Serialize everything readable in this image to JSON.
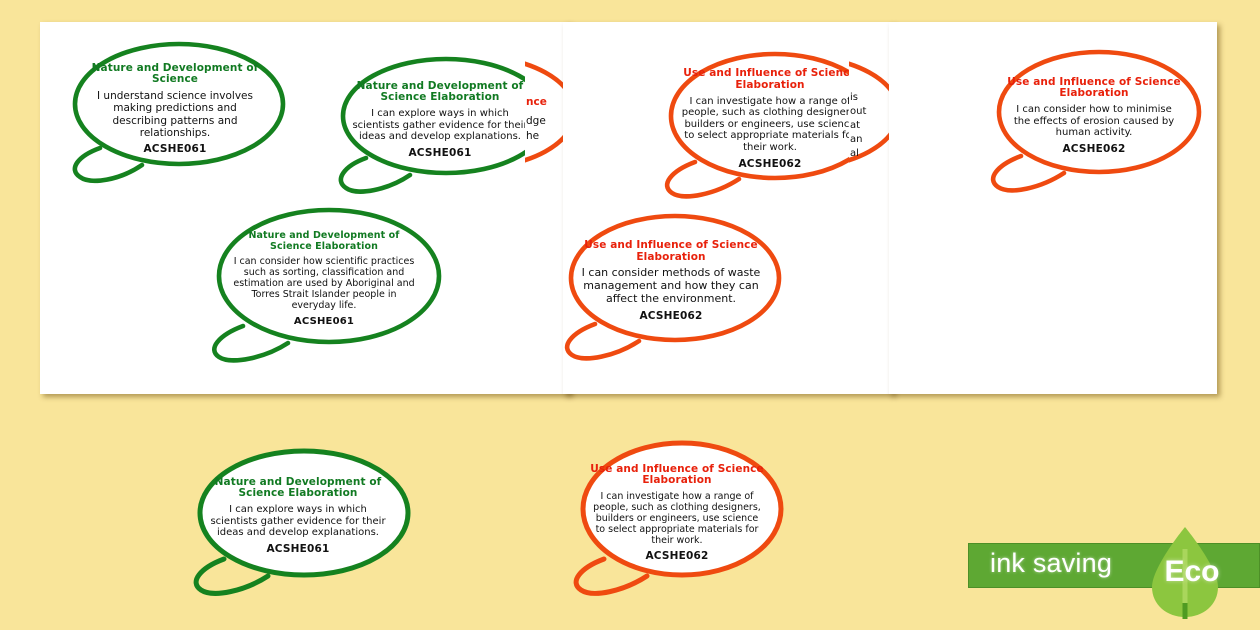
{
  "page": {
    "background_color": "#f9e59a",
    "sheet_color": "#ffffff"
  },
  "colors": {
    "green_title": "#117a22",
    "green_outline": "#178a22",
    "orange_title": "#e8210b",
    "orange_outline": "#ef4a10",
    "eco_bar": "#5ea833",
    "eco_leaf": "#8cc63f"
  },
  "sheets": [
    {
      "name": "sheet-1"
    },
    {
      "name": "sheet-2"
    },
    {
      "name": "sheet-3"
    }
  ],
  "bubbles": [
    {
      "id": "bubble-nature-development-science",
      "color": "green",
      "title": "Nature and Development of Science",
      "text": "I understand science involves making predictions and describing patterns and relationships.",
      "code": "ACSHE061"
    },
    {
      "id": "bubble-nature-elaboration-evidence",
      "color": "green",
      "title": "Nature and Development of Science Elaboration",
      "text": "I can explore ways in which scientists gather evidence for their ideas and develop explanations.",
      "code": "ACSHE061"
    },
    {
      "id": "bubble-nature-elaboration-aboriginal",
      "color": "green",
      "title": "Nature and Development of Science Elaboration",
      "text": "I can consider how scientific practices such as sorting, classification and estimation are used by Aboriginal and Torres Strait Islander people in everyday life.",
      "code": "ACSHE061"
    },
    {
      "id": "bubble-use-influence-materials",
      "color": "orange",
      "title": "Use and Influence of Science Elaboration",
      "text": "I can investigate how a range of people, such as clothing designers, builders or engineers, use science to select appropriate materials for their work.",
      "code": "ACSHE062"
    },
    {
      "id": "bubble-use-influence-waste",
      "color": "orange",
      "title": "Use and Influence of Science Elaboration",
      "text": "I can consider methods of waste management and how they can affect the environment.",
      "code": "ACSHE062"
    },
    {
      "id": "bubble-use-influence-erosion",
      "color": "orange",
      "title": "Use and Influence of Science Elaboration",
      "text": "I can consider how to minimise the effects of erosion caused by human activity.",
      "code": "ACSHE062"
    },
    {
      "id": "bubble-nature-elaboration-evidence-preview",
      "color": "green",
      "title": "Nature and Development of Science Elaboration",
      "text": "I can explore ways in which scientists gather evidence for their ideas and develop explanations.",
      "code": "ACSHE061"
    },
    {
      "id": "bubble-use-influence-materials-preview",
      "color": "orange",
      "title": "Use and Influence of Science Elaboration",
      "text": "I can investigate how a range of people, such as clothing designers, builders or engineers, use science to select appropriate materials for their work.",
      "code": "ACSHE062"
    }
  ],
  "occluded_fragments": [
    {
      "id": "fragment-sheet1-right",
      "color": "orange",
      "title_fragment": "nce",
      "line_fragments": [
        "dge",
        "he"
      ]
    },
    {
      "id": "fragment-sheet2-right",
      "color": "orange",
      "line_fragments": [
        "is",
        "out",
        "at",
        "an",
        "al"
      ]
    }
  ],
  "eco_badge": {
    "label": "ink saving",
    "word": "Eco",
    "icon": "leaf-icon"
  }
}
